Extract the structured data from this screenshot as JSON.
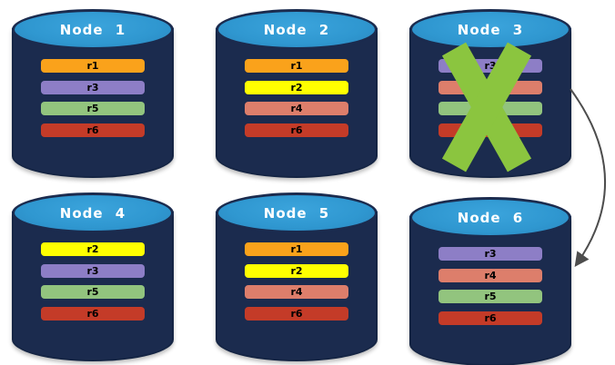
{
  "palette": {
    "cylinder_body": "#1B2B4E",
    "cylinder_top": "#2F97D0",
    "title_text": "#FFFFFF",
    "bar_text": "#000000",
    "failure_x": "#8BC53F",
    "arrow": "#4D4D4D"
  },
  "nodes": [
    {
      "label": "Node 1",
      "failed": false,
      "replicas": [
        {
          "label": "r1",
          "color": "#FAA21B"
        },
        {
          "label": "r3",
          "color": "#8D7EC6"
        },
        {
          "label": "r5",
          "color": "#92C47E"
        },
        {
          "label": "r6",
          "color": "#C43B28"
        }
      ]
    },
    {
      "label": "Node 2",
      "failed": false,
      "replicas": [
        {
          "label": "r1",
          "color": "#FAA21B"
        },
        {
          "label": "r2",
          "color": "#FFFF00"
        },
        {
          "label": "r4",
          "color": "#DD7E6B"
        },
        {
          "label": "r6",
          "color": "#C43B28"
        }
      ]
    },
    {
      "label": "Node 3",
      "failed": true,
      "replicas": [
        {
          "label": "r3",
          "color": "#8D7EC6"
        },
        {
          "label": "",
          "color": "#DD7E6B"
        },
        {
          "label": "",
          "color": "#92C47E"
        },
        {
          "label": "",
          "color": "#C43B28"
        }
      ]
    },
    {
      "label": "Node 4",
      "failed": false,
      "replicas": [
        {
          "label": "r2",
          "color": "#FFFF00"
        },
        {
          "label": "r3",
          "color": "#8D7EC6"
        },
        {
          "label": "r5",
          "color": "#92C47E"
        },
        {
          "label": "r6",
          "color": "#C43B28"
        }
      ]
    },
    {
      "label": "Node 5",
      "failed": false,
      "replicas": [
        {
          "label": "r1",
          "color": "#FAA21B"
        },
        {
          "label": "r2",
          "color": "#FFFF00"
        },
        {
          "label": "r4",
          "color": "#DD7E6B"
        },
        {
          "label": "r6",
          "color": "#C43B28"
        }
      ]
    },
    {
      "label": "Node 6",
      "failed": false,
      "replicas": [
        {
          "label": "r3",
          "color": "#8D7EC6"
        },
        {
          "label": "r4",
          "color": "#DD7E6B"
        },
        {
          "label": "r5",
          "color": "#92C47E"
        },
        {
          "label": "r6",
          "color": "#C43B28"
        }
      ]
    }
  ],
  "failure": {
    "node": "Node 3",
    "icon": "x-mark"
  },
  "arrow": {
    "from": "Node 3",
    "to": "Node 6"
  }
}
